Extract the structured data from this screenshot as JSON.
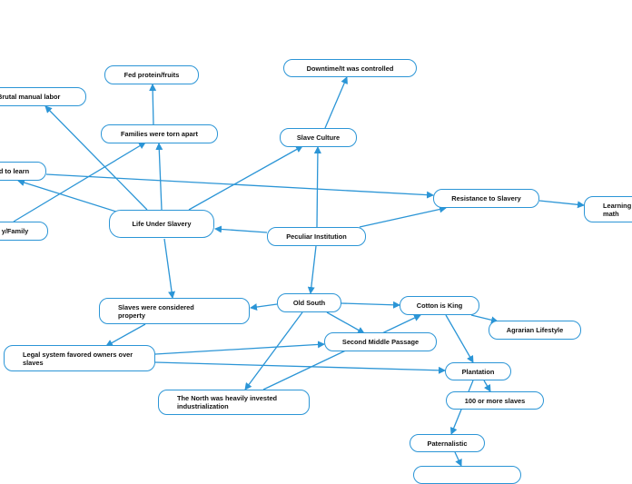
{
  "colors": {
    "border": "#2b95d6",
    "edge": "#2b95d6",
    "text": "#111111",
    "background": "#ffffff"
  },
  "nodes": {
    "brutal_labor": "Brutal manual labor",
    "fed_protein": "Fed protein/fruits",
    "downtime": "Downtime/It was controlled",
    "families_torn": "Families were torn apart",
    "slave_culture": "Slave Culture",
    "learn": "d to learn",
    "family": "y/Family",
    "life_under_slavery": "Life Under Slavery",
    "peculiar_institution": "Peculiar Institution",
    "resistance": "Resistance to Slavery",
    "learning_math": "Learning\nmath",
    "considered_property": "Slaves were considered property",
    "old_south": "Old South",
    "cotton_king": "Cotton is King",
    "agrarian": "Agrarian Lifestyle",
    "legal_system": "Legal system favored owners over slaves",
    "second_passage": "Second Middle Passage",
    "plantation": "Plantation",
    "slaves_100": "100 or more slaves",
    "north_industrial": "The North was heavily invested industrialization",
    "paternalistic": "Paternalistic",
    "bottom_partial": ""
  }
}
